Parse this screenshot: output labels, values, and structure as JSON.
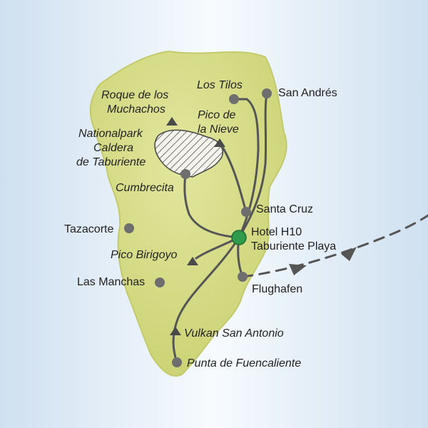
{
  "map": {
    "colors": {
      "sea": "#dce9f5",
      "island": "#d6dc8a",
      "island_edge": "#c3ca6b",
      "route": "#555555",
      "poi": "#6e6e6e",
      "hotel": "#2e9a4a",
      "park_hatch": "#555555"
    },
    "labels": {
      "los_tilos": "Los Tilos",
      "san_andres": "San Andrés",
      "roque_1": "Roque de los",
      "roque_2": "Muchachos",
      "pico_nieve_1": "Pico de",
      "pico_nieve_2": "la Nieve",
      "park_1": "Nationalpark",
      "park_2": "Caldera",
      "park_3": "de Taburiente",
      "cumbrecita": "Cumbrecita",
      "santa_cruz": "Santa Cruz",
      "tazacorte": "Tazacorte",
      "hotel_1": "Hotel H10",
      "hotel_2": "Taburiente Playa",
      "pico_birigoyo": "Pico Birigoyo",
      "las_manchas": "Las Manchas",
      "flughafen": "Flughafen",
      "vulkan": "Vulkan San Antonio",
      "punta": "Punta de Fuencaliente"
    }
  }
}
